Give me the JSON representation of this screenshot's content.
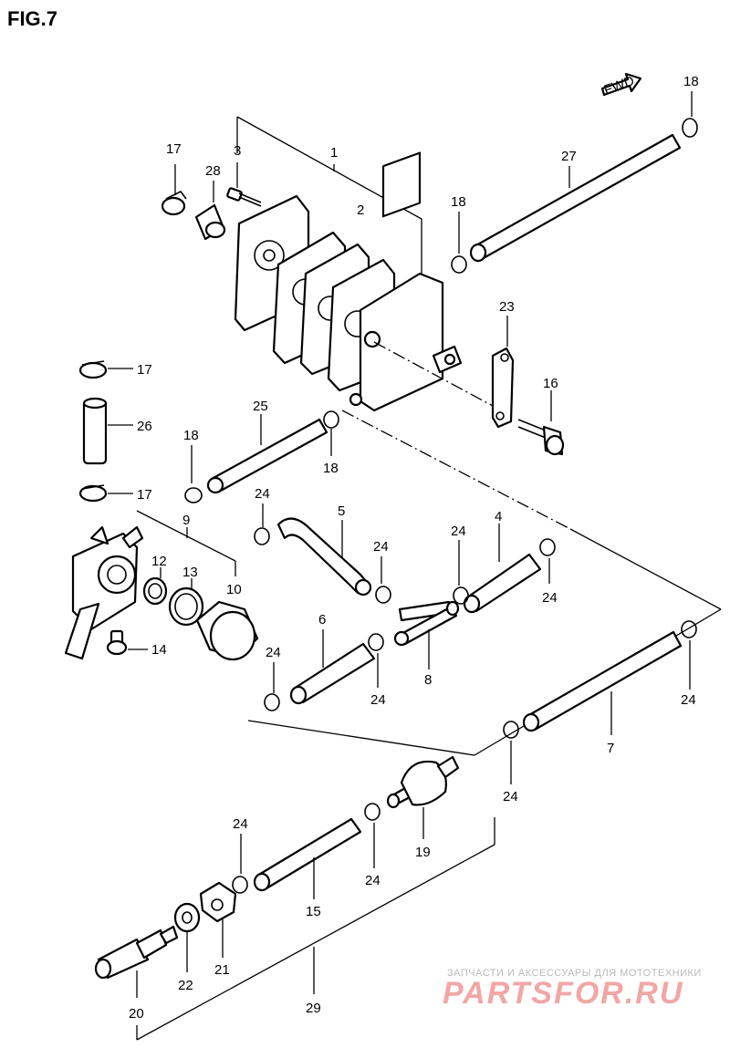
{
  "figure": {
    "title": "FIG.7",
    "fwd_label": "FWD"
  },
  "callouts": {
    "c1": "1",
    "c2": "2",
    "c3": "3",
    "c4": "4",
    "c5": "5",
    "c6": "6",
    "c7": "7",
    "c8": "8",
    "c9": "9",
    "c10": "10",
    "c12": "12",
    "c13": "13",
    "c14": "14",
    "c15": "15",
    "c16": "16",
    "c17a": "17",
    "c17b": "17",
    "c17c": "17",
    "c18a": "18",
    "c18b": "18",
    "c18c": "18",
    "c18d": "18",
    "c19": "19",
    "c20": "20",
    "c21": "21",
    "c22": "22",
    "c23": "23",
    "c24a": "24",
    "c24b": "24",
    "c24c": "24",
    "c24d": "24",
    "c24e": "24",
    "c24f": "24",
    "c24g": "24",
    "c24h": "24",
    "c24i": "24",
    "c24j": "24",
    "c25": "25",
    "c26": "26",
    "c27": "27",
    "c28": "28",
    "c29": "29"
  },
  "watermark": {
    "tagline": "ЗАПЧАСТИ И АКСЕССУАРЫ ДЛЯ МОТОТЕХНИКИ",
    "brand": "PARTSFOR.RU"
  }
}
